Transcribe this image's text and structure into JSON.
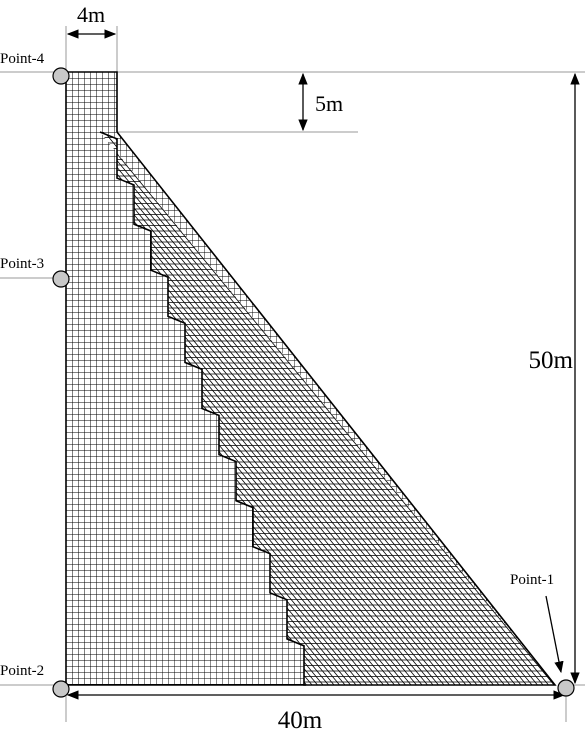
{
  "dimensions": {
    "crest_width": "4m",
    "crest_step_height": "5m",
    "dam_height": "50m",
    "base_width": "40m"
  },
  "points": {
    "p1": "Point-1",
    "p2": "Point-2",
    "p3": "Point-3",
    "p4": "Point-4"
  },
  "colors": {
    "mesh": "#000000",
    "point_fill": "#c8c8c8",
    "guide": "#9a9a9a"
  }
}
